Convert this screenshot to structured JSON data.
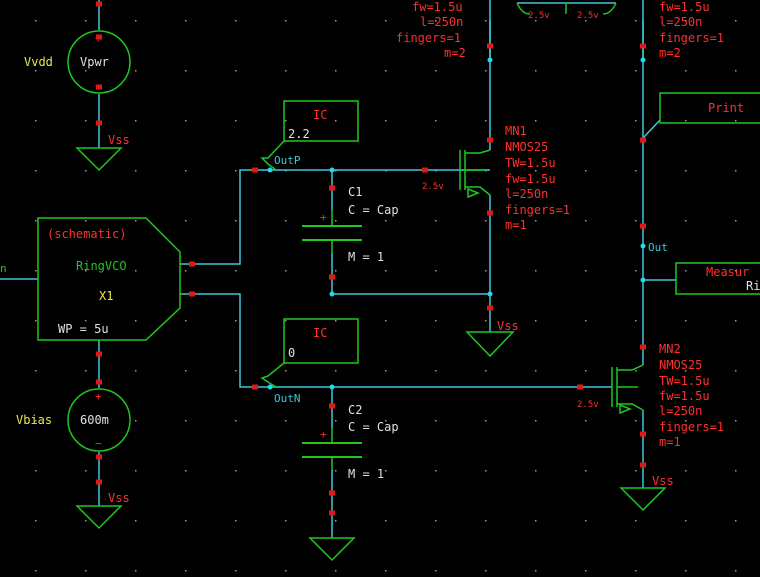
{
  "colors": {
    "background": "#000000",
    "wire": "#3cc8d8",
    "component": "#1ec81e",
    "label": "#ff3030",
    "node_dot": "#22d8ee",
    "pin": "#e01818",
    "grid": "#9a9a9a",
    "supply_label": "#e8e84a"
  },
  "sources": {
    "vdd": {
      "name": "Vvdd",
      "value": "Vpwr",
      "plus": "+",
      "minus": "−",
      "ground": "Vss"
    },
    "bias": {
      "name": "Vbias",
      "value": "600m",
      "plus": "+",
      "minus": "−",
      "ground": "Vss"
    }
  },
  "vco": {
    "type": "(schematic)",
    "name": "RingVCO",
    "instance": "X1",
    "param": "WP = 5u",
    "input_label": "n"
  },
  "ic": {
    "top": {
      "title": "IC",
      "value": "2.2"
    },
    "bottom": {
      "title": "IC",
      "value": "0"
    }
  },
  "nets": {
    "outp": "OutP",
    "outn": "OutN",
    "out": "Out",
    "vss": "Vss"
  },
  "caps": {
    "c1": {
      "name": "C1",
      "value": "C = Cap",
      "m": "M = 1",
      "plus": "+"
    },
    "c2": {
      "name": "C2",
      "value": "C = Cap",
      "m": "M = 1",
      "plus": "+"
    }
  },
  "transistors": {
    "mn1": {
      "name": "MN1",
      "model": "NMOS25",
      "tw": "TW=1.5u",
      "fw": "fw=1.5u",
      "l": "l=250n",
      "fingers": "fingers=1",
      "m": "m=1",
      "gate_v": "2.5v"
    },
    "mn2": {
      "name": "MN2",
      "model": "NMOS25",
      "tw": "TW=1.5u",
      "fw": "fw=1.5u",
      "l": "l=250n",
      "fingers": "fingers=1",
      "m": "m=1",
      "gate_v": "2.5v"
    },
    "top_left": {
      "fw": "fw=1.5u",
      "l": "l=250n",
      "fingers": "fingers=1",
      "m": "m=2"
    },
    "top_right": {
      "fw": "fw=1.5u",
      "l": "l=250n",
      "fingers": "fingers=1",
      "m": "m=2"
    },
    "top_gate_v": [
      "2.5v",
      "2.5v"
    ]
  },
  "probes": {
    "print": "Print",
    "measure": "Measur",
    "measure_sub": "Ri"
  }
}
